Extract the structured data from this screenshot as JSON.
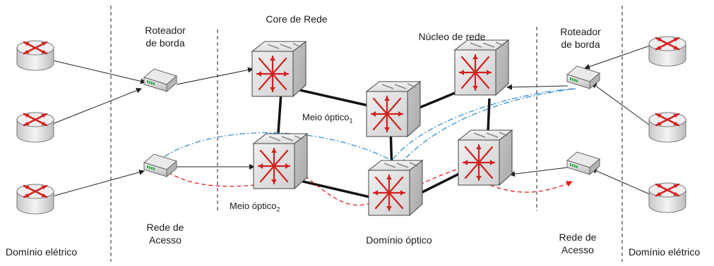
{
  "labels": {
    "edge_router_left_1": "Roteador",
    "edge_router_left_2": "de borda",
    "edge_router_right_1": "Roteador",
    "edge_router_right_2": "de borda",
    "core_left": "Core de Rede",
    "core_right": "Núcleo de rede",
    "optical_medium_1": "Meio óptico",
    "optical_medium_1_sub": "1",
    "optical_medium_2": "Meio óptico",
    "optical_medium_2_sub": "2",
    "access_left_1": "Rede de",
    "access_left_2": "Acesso",
    "access_right_1": "Rede de",
    "access_right_2": "Acesso",
    "optical_domain": "Domínio óptico",
    "electric_domain_left": "Domínio elétrico",
    "electric_domain_right": "Domínio elétrico"
  },
  "colors": {
    "blue_path": "#3a8fd0",
    "red_path": "#e02020",
    "router_arrow": "#d42020",
    "dashed_divider": "#333333"
  }
}
